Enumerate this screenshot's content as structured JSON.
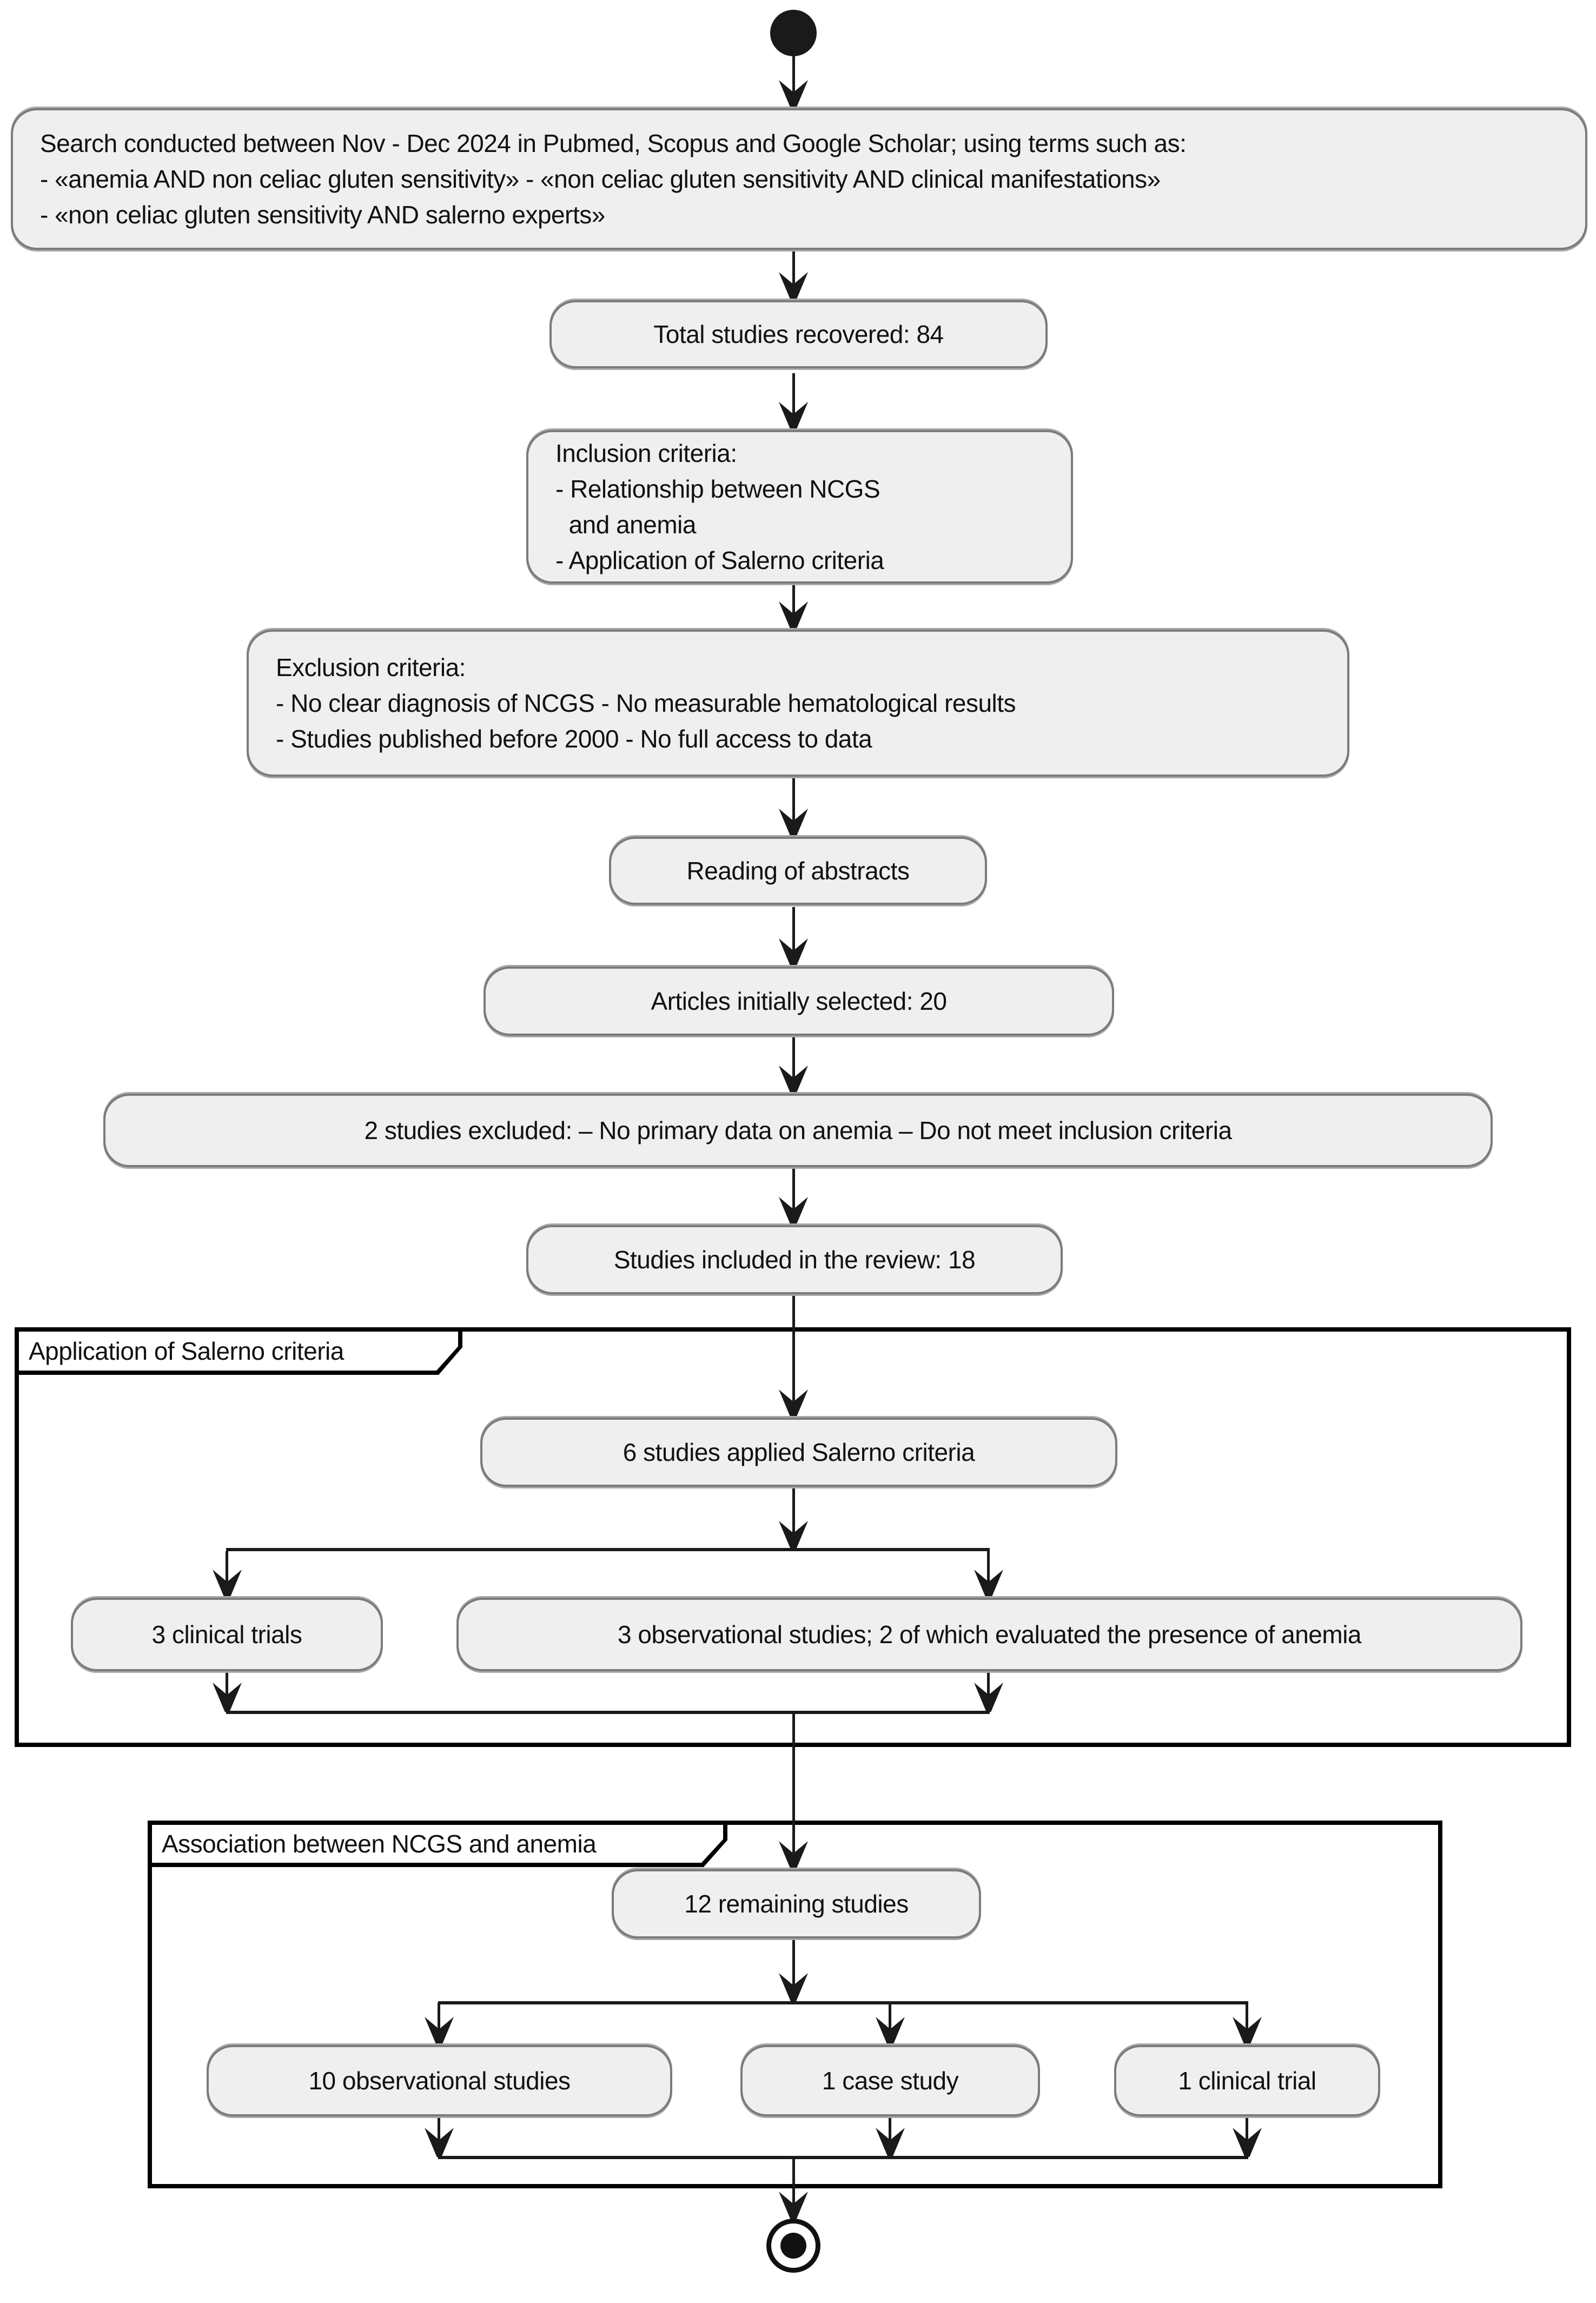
{
  "diagram_type": "activity-flowchart",
  "colors": {
    "node_fill": "#efefef",
    "node_border": "#7b7b7b",
    "line": "#1a1a1a",
    "partition_border": "#000000",
    "background": "#ffffff"
  },
  "nodes": {
    "search_terms": "Search conducted between Nov - Dec 2024 in Pubmed, Scopus and Google Scholar; using terms such as:\n- «anemia AND non celiac gluten sensitivity» - «non celiac gluten sensitivity AND clinical manifestations»\n- «non celiac gluten sensitivity AND salerno experts»",
    "total_recovered": "Total studies recovered: 84",
    "inclusion_criteria": "Inclusion criteria:\n- Relationship between NCGS\n  and anemia\n- Application of Salerno criteria",
    "exclusion_criteria": "Exclusion criteria:\n- No clear diagnosis of NCGS - No measurable hematological results\n- Studies published before 2000 - No full access to data",
    "reading_abstracts": "Reading of abstracts",
    "initially_selected": "Articles initially selected: 20",
    "studies_excluded": "2 studies excluded: – No primary data on anemia – Do not meet inclusion criteria",
    "included_in_review": "Studies included in the review: 18",
    "salerno_applied": "6 studies applied Salerno criteria",
    "clinical_trials_3": "3 clinical trials",
    "observational_3": "3 observational studies; 2 of which evaluated the presence of anemia",
    "remaining_12": "12 remaining studies",
    "observational_10": "10 observational studies",
    "case_study_1": "1 case study",
    "clinical_trial_1": "1 clinical trial"
  },
  "partitions": {
    "salerno_label": "Application of Salerno criteria",
    "association_label": "Association between NCGS and anemia"
  }
}
